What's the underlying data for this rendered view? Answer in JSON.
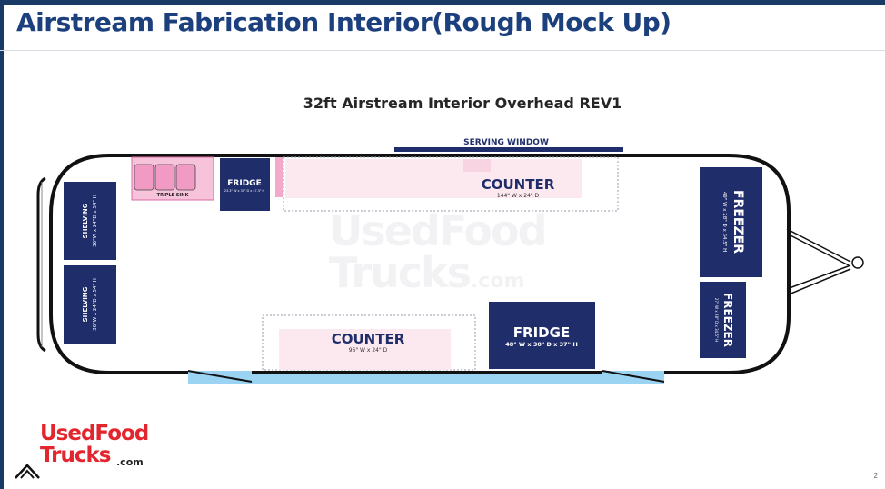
{
  "slide": {
    "title": "Airstream Fabrication Interior(Rough Mock Up)",
    "page_number": "2"
  },
  "diagram": {
    "title": "32ft Airstream Interior Overhead REV1",
    "labels": {
      "serving_window": "SERVING WINDOW",
      "triple_sink": "TRIPLE SINK",
      "fridge_small_title": "FRIDGE",
      "fridge_small_dims": "23.3\" W x 30\" D x 47.3\" H",
      "counter_top_title": "COUNTER",
      "counter_top_dims": "144\" W x 24\" D",
      "counter_bottom_title": "COUNTER",
      "counter_bottom_dims": "96\" W x 24\" D",
      "fridge_large_title": "FRIDGE",
      "fridge_large_dims": "48\" W x 30\" D x 37\" H",
      "shelving_1_title": "SHELVING",
      "shelving_1_dims": "36\"W x 24\"D x 54\" H",
      "shelving_2_title": "SHELVING",
      "shelving_2_dims": "36\"W x 24\"D x 54\" H",
      "freezer_1_title": "FREEZER",
      "freezer_1_dims": "49\" W x 28\" D x 34.5\" H",
      "freezer_2_title": "FREEZER",
      "freezer_2_dims": "27\" W x 28\" D x 34.5\" H"
    },
    "watermark": {
      "line1": "UsedFood",
      "line2": "Trucks",
      "suffix": ".com"
    },
    "colors": {
      "navy": "#1f2d6b",
      "pink_sink": "#f19ac4",
      "pink_light": "#fce8ef",
      "counter_border": "#9a9aaa",
      "light_blue": "#9bd3f2",
      "outline": "#111111"
    }
  },
  "logo": {
    "line1": "UsedFood",
    "line2": "Trucks",
    "suffix": ".com"
  }
}
